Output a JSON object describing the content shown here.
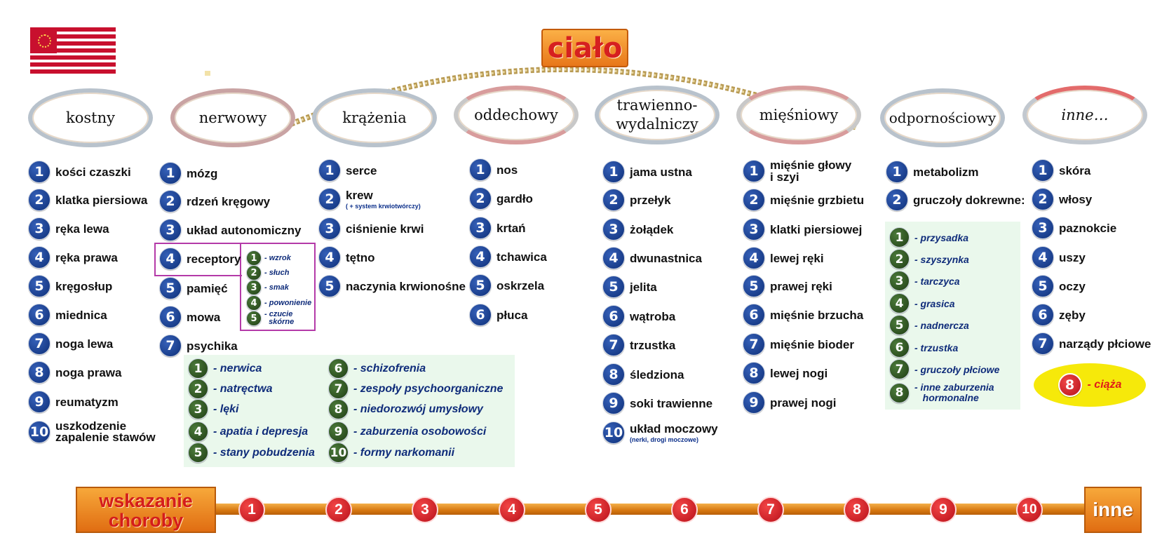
{
  "title": "ciało",
  "systems": [
    {
      "key": "kostny",
      "name": "kostny",
      "items": [
        {
          "n": "1",
          "label": "kości czaszki"
        },
        {
          "n": "2",
          "label": "klatka piersiowa"
        },
        {
          "n": "3",
          "label": "ręka lewa"
        },
        {
          "n": "4",
          "label": "ręka prawa"
        },
        {
          "n": "5",
          "label": "kręgosłup"
        },
        {
          "n": "6",
          "label": "miednica"
        },
        {
          "n": "7",
          "label": "noga lewa"
        },
        {
          "n": "8",
          "label": "noga prawa"
        },
        {
          "n": "9",
          "label": "reumatyzm"
        },
        {
          "n": "10",
          "label": "uszkodzenie",
          "label2": "zapalenie stawów"
        }
      ]
    },
    {
      "key": "nerwowy",
      "name": "nerwowy",
      "items": [
        {
          "n": "1",
          "label": "mózg"
        },
        {
          "n": "2",
          "label": "rdzeń kręgowy"
        },
        {
          "n": "3",
          "label": "układ autonomiczny"
        },
        {
          "n": "4",
          "label": "receptory"
        },
        {
          "n": "5",
          "label": "pamięć"
        },
        {
          "n": "6",
          "label": "mowa"
        },
        {
          "n": "7",
          "label": "psychika"
        }
      ],
      "receptors": [
        {
          "n": "1",
          "label": "- wzrok"
        },
        {
          "n": "2",
          "label": "- słuch"
        },
        {
          "n": "3",
          "label": "- smak"
        },
        {
          "n": "4",
          "label": "- powonienie"
        },
        {
          "n": "5",
          "label": "- czucie",
          "label2": "skórne"
        }
      ],
      "psyche": [
        {
          "n": "1",
          "label": "- nerwica"
        },
        {
          "n": "2",
          "label": "- natręctwa"
        },
        {
          "n": "3",
          "label": "- lęki"
        },
        {
          "n": "4",
          "label": "- apatia i depresja"
        },
        {
          "n": "5",
          "label": "- stany pobudzenia"
        },
        {
          "n": "6",
          "label": "- schizofrenia"
        },
        {
          "n": "7",
          "label": "- zespoły psychoorganiczne"
        },
        {
          "n": "8",
          "label": "- niedorozwój umysłowy"
        },
        {
          "n": "9",
          "label": "- zaburzenia osobowości"
        },
        {
          "n": "10",
          "label": "- formy narkomanii"
        }
      ]
    },
    {
      "key": "krazenia",
      "name": "krążenia",
      "items": [
        {
          "n": "1",
          "label": "serce"
        },
        {
          "n": "2",
          "label": "krew",
          "sub": "( + system krwiotwórczy)"
        },
        {
          "n": "3",
          "label": "ciśnienie krwi"
        },
        {
          "n": "4",
          "label": "tętno"
        },
        {
          "n": "5",
          "label": "naczynia krwionośne"
        }
      ]
    },
    {
      "key": "oddechowy",
      "name": "oddechowy",
      "items": [
        {
          "n": "1",
          "label": "nos"
        },
        {
          "n": "2",
          "label": "gardło"
        },
        {
          "n": "3",
          "label": "krtań"
        },
        {
          "n": "4",
          "label": "tchawica"
        },
        {
          "n": "5",
          "label": "oskrzela"
        },
        {
          "n": "6",
          "label": "płuca"
        }
      ]
    },
    {
      "key": "trawienno",
      "name": "trawienno-",
      "name2": "wydalniczy",
      "items": [
        {
          "n": "1",
          "label": "jama ustna"
        },
        {
          "n": "2",
          "label": "przełyk"
        },
        {
          "n": "3",
          "label": "żołądek"
        },
        {
          "n": "4",
          "label": "dwunastnica"
        },
        {
          "n": "5",
          "label": "jelita"
        },
        {
          "n": "6",
          "label": "wątroba"
        },
        {
          "n": "7",
          "label": "trzustka"
        },
        {
          "n": "8",
          "label": "śledziona"
        },
        {
          "n": "9",
          "label": "soki trawienne"
        },
        {
          "n": "10",
          "label": "układ moczowy",
          "sub": "(nerki, drogi moczowe)"
        }
      ]
    },
    {
      "key": "miesniowy",
      "name": "mięśniowy",
      "items": [
        {
          "n": "1",
          "label": "mięśnie głowy",
          "label2": "i szyi"
        },
        {
          "n": "2",
          "label": "mięśnie grzbietu"
        },
        {
          "n": "3",
          "label": "klatki piersiowej"
        },
        {
          "n": "4",
          "label": "lewej ręki"
        },
        {
          "n": "5",
          "label": "prawej ręki"
        },
        {
          "n": "6",
          "label": "mięśnie brzucha"
        },
        {
          "n": "7",
          "label": "mięśnie bioder"
        },
        {
          "n": "8",
          "label": "lewej nogi"
        },
        {
          "n": "9",
          "label": "prawej nogi"
        }
      ]
    },
    {
      "key": "odpornosciowy",
      "name": "odpornościowy",
      "items": [
        {
          "n": "1",
          "label": "metabolizm"
        },
        {
          "n": "2",
          "label": "gruczoły dokrewne:"
        }
      ],
      "glands": [
        {
          "n": "1",
          "label": "- przysadka"
        },
        {
          "n": "2",
          "label": "- szyszynka"
        },
        {
          "n": "3",
          "label": "- tarczyca"
        },
        {
          "n": "4",
          "label": "- grasica"
        },
        {
          "n": "5",
          "label": "- nadnercza"
        },
        {
          "n": "6",
          "label": "- trzustka"
        },
        {
          "n": "7",
          "label": "- gruczoły płciowe"
        },
        {
          "n": "8",
          "label": "- inne zaburzenia",
          "label2": "hormonalne"
        }
      ]
    },
    {
      "key": "inne",
      "name": "inne…",
      "items": [
        {
          "n": "1",
          "label": "skóra"
        },
        {
          "n": "2",
          "label": "włosy"
        },
        {
          "n": "3",
          "label": "paznokcie"
        },
        {
          "n": "4",
          "label": "uszy"
        },
        {
          "n": "5",
          "label": "oczy"
        },
        {
          "n": "6",
          "label": "zęby"
        },
        {
          "n": "7",
          "label": "narządy płciowe"
        }
      ],
      "highlight": {
        "n": "8",
        "label": "- ciąża"
      }
    }
  ],
  "bottom": {
    "start_line1": "wskazanie",
    "start_line2": "choroby",
    "steps": [
      "1",
      "2",
      "3",
      "4",
      "5",
      "6",
      "7",
      "8",
      "9",
      "10"
    ],
    "end": "inne"
  }
}
